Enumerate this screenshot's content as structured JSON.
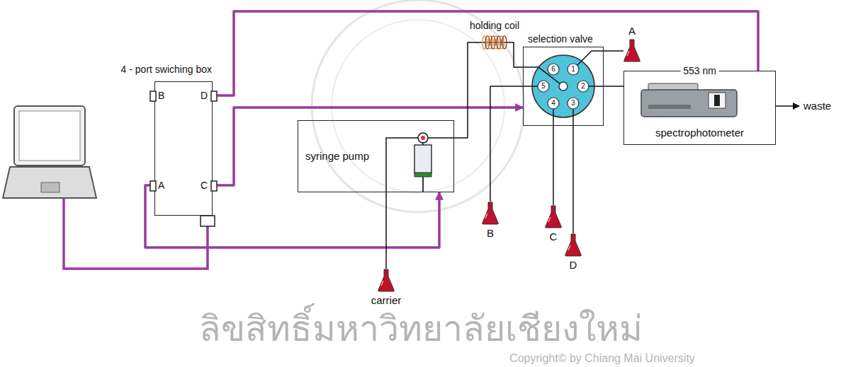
{
  "diagram": {
    "nodes": [
      {
        "text": [
          "4 - port swiching box"
        ]
      },
      {
        "text": [
          "B"
        ],
        "in": 0
      },
      {
        "text": [
          "D"
        ],
        "in": 0
      },
      {
        "text": [
          "A"
        ],
        "in": 0
      },
      {
        "text": [
          "C"
        ],
        "in": 0
      },
      {
        "text": [
          "syringe pump"
        ]
      },
      {
        "text": [
          "carrier"
        ]
      },
      {
        "text": [
          "holding coil"
        ]
      },
      {
        "text": [
          "selection valve"
        ]
      },
      {
        "text": [
          "A"
        ]
      },
      {
        "text": [
          "553 nm",
          "spectrophotometer"
        ]
      },
      {
        "text": [
          "B"
        ]
      },
      {
        "text": [
          "C"
        ]
      },
      {
        "text": [
          "D"
        ]
      }
    ],
    "edges": [
      {
        "from": 3,
        "to": 5,
        "arrow": "to"
      },
      {
        "from": 4,
        "to": 8,
        "arrow": "to"
      },
      {
        "from": 2,
        "to": 10,
        "arrow": "none"
      },
      {
        "from": 6,
        "to": 5,
        "arrow": "none"
      },
      {
        "from": 5,
        "to": 7,
        "arrow": "none"
      },
      {
        "from": 7,
        "to": 8,
        "arrow": "none"
      },
      {
        "from": 9,
        "to": 8,
        "arrow": "none"
      },
      {
        "from": 11,
        "to": 8,
        "arrow": "none"
      },
      {
        "from": 12,
        "to": 8,
        "arrow": "none"
      },
      {
        "from": 13,
        "to": 8,
        "arrow": "none"
      },
      {
        "from": 8,
        "to": 10,
        "arrow": "none"
      }
    ],
    "labels": [
      "1",
      "2",
      "3",
      "4",
      "5",
      "6",
      "waste",
      "ลิขสิทธิ์มหาวิทยาลัยเชียงใหม่",
      "Copyright© by Chiang Mai University"
    ]
  }
}
